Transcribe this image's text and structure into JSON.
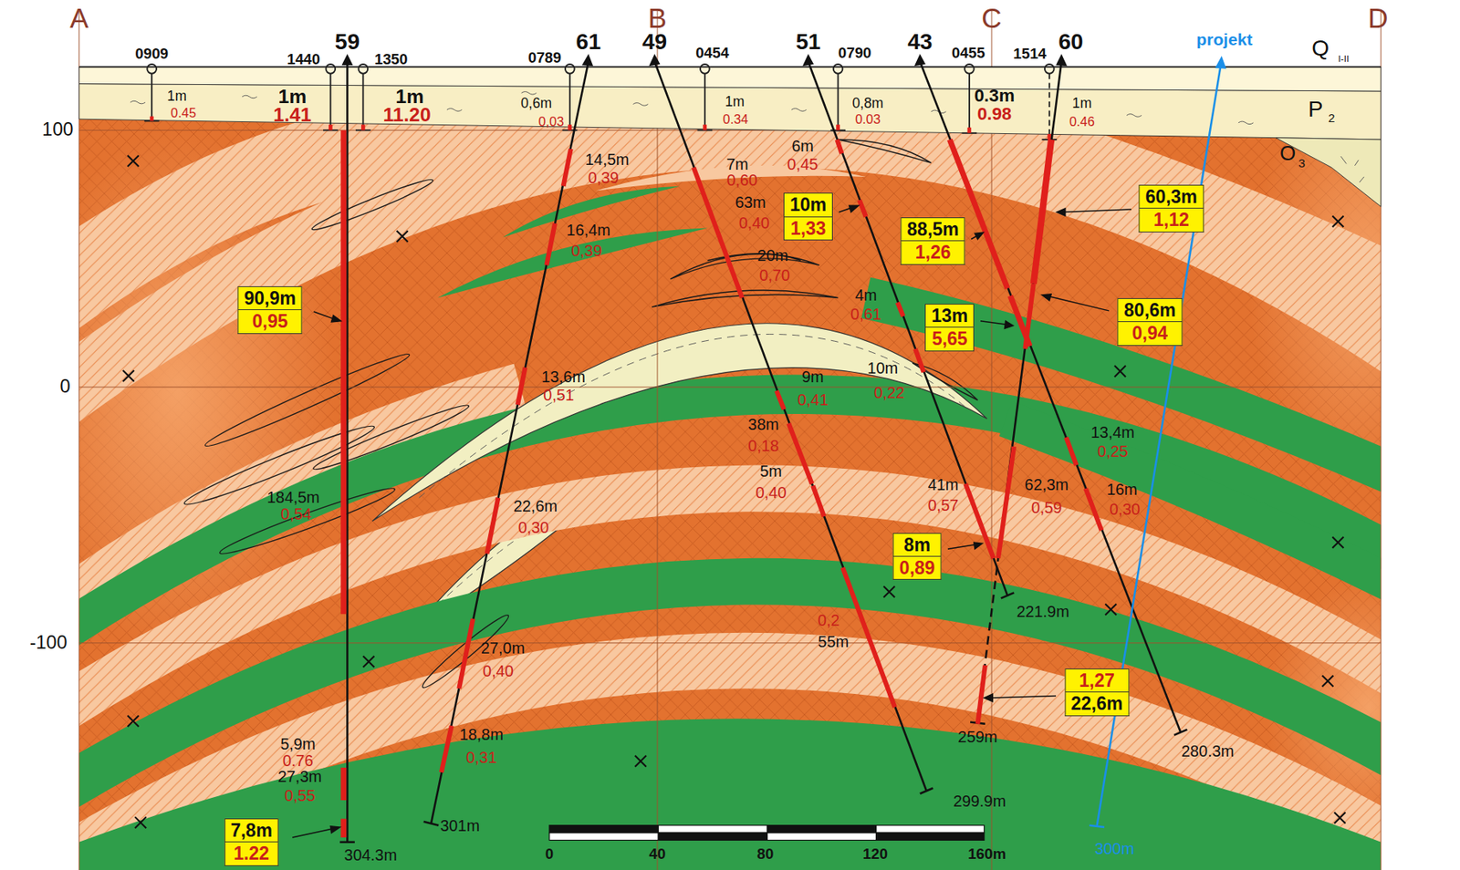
{
  "diagram": {
    "nodes": [
      {
        "text": [
          "90,9m",
          "0,95"
        ]
      },
      {
        "text": [
          "7,8m",
          "1.22"
        ]
      },
      {
        "text": [
          "10m",
          "1,33"
        ]
      },
      {
        "text": [
          "88,5m",
          "1,26"
        ]
      },
      {
        "text": [
          "13m",
          "5,65"
        ]
      },
      {
        "text": [
          "60,3m",
          "1,12"
        ]
      },
      {
        "text": [
          "80,6m",
          "0,94"
        ]
      },
      {
        "text": [
          "8m",
          "0,89"
        ]
      },
      {
        "text": [
          "1,27",
          "22,6m"
        ]
      }
    ],
    "labels": [
      "A",
      "B",
      "C",
      "D",
      "59",
      "61",
      "49",
      "51",
      "43",
      "60",
      "projekt",
      "0909",
      "1440",
      "1350",
      "0789",
      "0454",
      "0790",
      "0455",
      "1514",
      "1m",
      "0.45",
      "1m",
      "1.41",
      "1m",
      "11.20",
      "0,6m",
      "0,03",
      "1m",
      "0.34",
      "0,8m",
      "0.03",
      "0.3m",
      "0.98",
      "1m",
      "0.46",
      "Q",
      "I-II",
      "P",
      "2",
      "O",
      "3",
      "100",
      "0",
      "-100",
      "14,5m",
      "0,39",
      "16,4m",
      "0,39",
      "13,6m",
      "0,51",
      "22,6m",
      "0,30",
      "27,0m",
      "0,40",
      "18,8m",
      "0,31",
      "184,5m",
      "0,54",
      "5,9m",
      "0.76",
      "27,3m",
      "0,55",
      "7m",
      "0,60",
      "63m",
      "0,40",
      "20m",
      "0,70",
      "6m",
      "0,45",
      "4m",
      "0,61",
      "9m",
      "0,41",
      "10m",
      "0,22",
      "38m",
      "0,18",
      "5m",
      "0,40",
      "0,2",
      "55m",
      "41m",
      "0,57",
      "62,3m",
      "0,59",
      "13,4m",
      "0,25",
      "16m",
      "0,30",
      "304.3m",
      "301m",
      "299.9m",
      "221.9m",
      "259m",
      "280.3m",
      "300m",
      "0",
      "40",
      "80",
      "120",
      "160m"
    ]
  }
}
